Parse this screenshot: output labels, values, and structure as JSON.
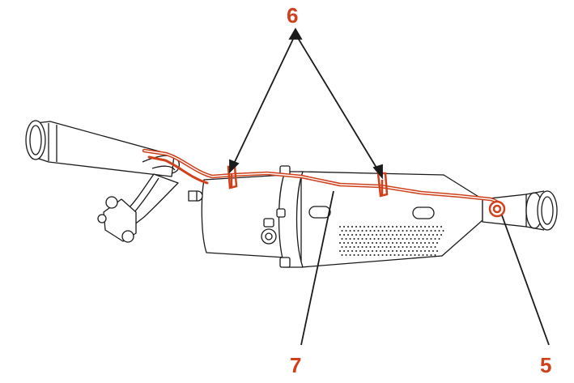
{
  "callouts": {
    "label_6": "6",
    "label_7": "7",
    "label_5": "5"
  },
  "colors": {
    "accent": "#d0401b",
    "line": "#1a1a1a",
    "background": "#ffffff"
  },
  "icons": [
    "exhaust-pipe-drawing",
    "filter-canister-drawing",
    "pressure-line",
    "line-clip",
    "pressure-sensor-port"
  ]
}
